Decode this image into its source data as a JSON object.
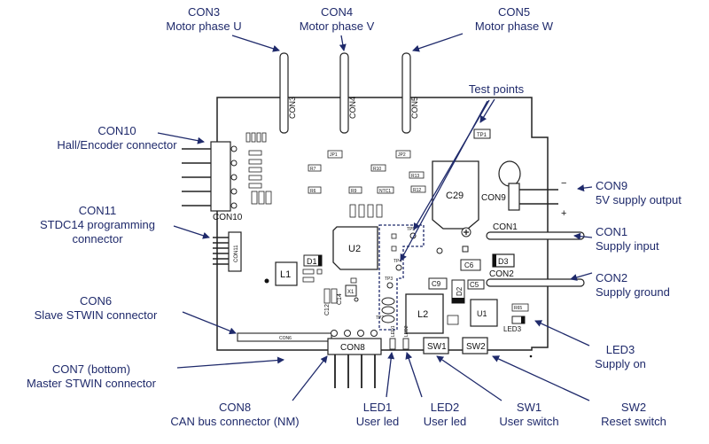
{
  "colors": {
    "callout_text": "#1f2a6b",
    "arrow": "#1f2a6b",
    "board_outline": "#222222",
    "silkscreen": "#111111"
  },
  "callouts": {
    "con3": {
      "title": "CON3",
      "subtitle": "Motor phase U"
    },
    "con4": {
      "title": "CON4",
      "subtitle": "Motor phase V"
    },
    "con5": {
      "title": "CON5",
      "subtitle": "Motor phase W"
    },
    "test_points": {
      "title": "Test points"
    },
    "con10": {
      "title": "CON10",
      "subtitle": "Hall/Encoder connector"
    },
    "con11": {
      "title": "CON11",
      "subtitle": "STDC14 programming",
      "subtitle2": "connector"
    },
    "con6": {
      "title": "CON6",
      "subtitle": "Slave STWIN connector"
    },
    "con7": {
      "title": "CON7 (bottom)",
      "subtitle": "Master STWIN connector"
    },
    "con8": {
      "title": "CON8",
      "subtitle": "CAN bus connector (NM)"
    },
    "led1": {
      "title": "LED1",
      "subtitle": "User led"
    },
    "led2": {
      "title": "LED2",
      "subtitle": "User led"
    },
    "sw1": {
      "title": "SW1",
      "subtitle": "User switch"
    },
    "sw2": {
      "title": "SW2",
      "subtitle": "Reset switch"
    },
    "led3": {
      "title": "LED3",
      "subtitle": "Supply on"
    },
    "con2": {
      "title": "CON2",
      "subtitle": "Supply ground"
    },
    "con1": {
      "title": "CON1",
      "subtitle": "Supply input"
    },
    "con9": {
      "title": "CON9",
      "subtitle": "5V supply output"
    }
  },
  "board": {
    "silk": {
      "con3": "CON3",
      "con4": "CON4",
      "con5": "CON5",
      "con10": "CON10",
      "con11": "CON11",
      "con6": "CON6",
      "con8": "CON8",
      "con9": "CON9",
      "con1": "CON1",
      "con2": "CON2",
      "u1": "U1",
      "u2": "U2",
      "l1": "L1",
      "l2": "L2",
      "c29": "C29",
      "c5": "C5",
      "c6": "C6",
      "c9": "C9",
      "d1": "D1",
      "d2": "D2",
      "d3": "D3",
      "sw1": "SW1",
      "sw2": "SW2",
      "led3": "LED3",
      "tp1": "TP1",
      "tp2": "TP2",
      "tp3": "TP3",
      "tp4": "TP4",
      "tp5": "TP5",
      "jp1": "JP1",
      "jp2": "JP2",
      "r7": "R7",
      "r6": "R6",
      "r9": "R9",
      "r10": "R10",
      "r12": "R12",
      "r13": "R13",
      "r65": "R65",
      "ntc1": "NTC1",
      "c12": "C12",
      "c14": "C14",
      "x1": "X1",
      "led1": "LED1",
      "led2": "LED2",
      "plus": "+",
      "minus": "−"
    }
  }
}
